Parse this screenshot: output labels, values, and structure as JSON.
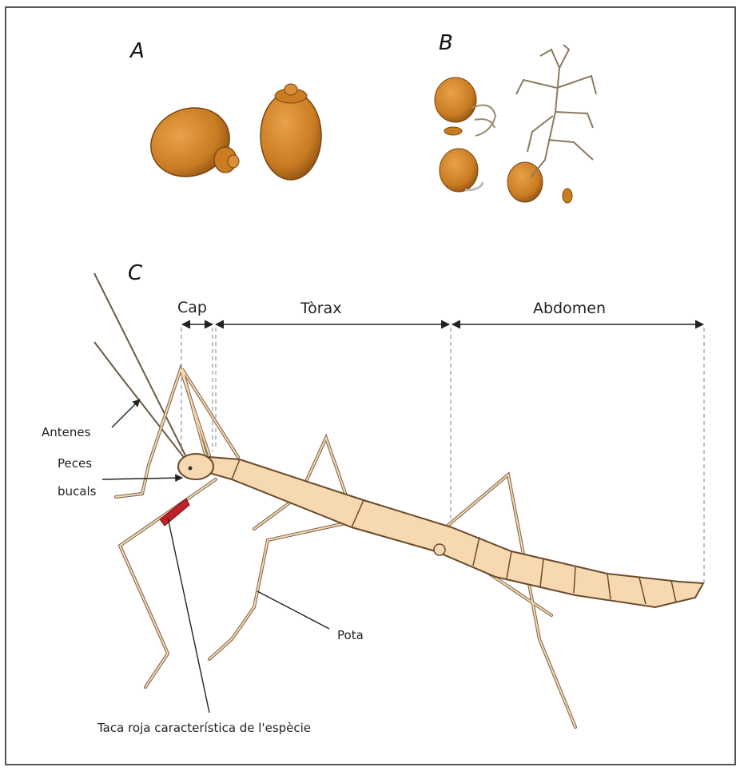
{
  "panels": {
    "a": "A",
    "b": "B",
    "c": "C"
  },
  "segments": {
    "head": "Cap",
    "thorax": "Tòrax",
    "abdomen": "Abdomen"
  },
  "callouts": {
    "antennae": "Antenes",
    "mouthparts_line1": "Peces",
    "mouthparts_line2": "bucals",
    "leg": "Pota",
    "red_spot": "Taca roja característica de l'espècie"
  },
  "colors": {
    "egg": "#D08A2C",
    "egg_dark": "#9A5A12",
    "body": "#F6D9B0",
    "outline": "#6b4a2a",
    "red_spot": "#C0202A"
  }
}
